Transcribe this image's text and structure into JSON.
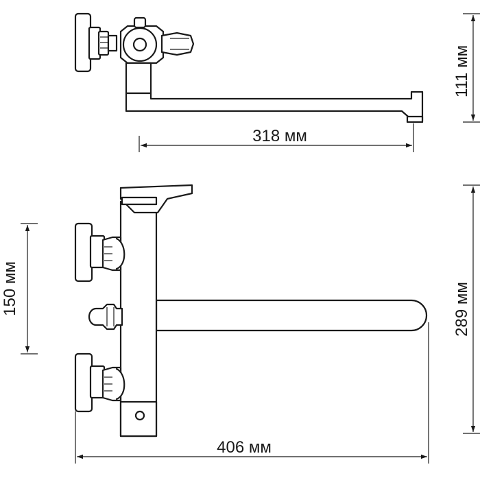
{
  "dimensions": {
    "top_view_height": "111 мм",
    "top_view_spout_length": "318 мм",
    "front_view_inlet_spacing": "150 мм",
    "front_view_height": "289 мм",
    "front_view_total_width": "406 мм"
  }
}
